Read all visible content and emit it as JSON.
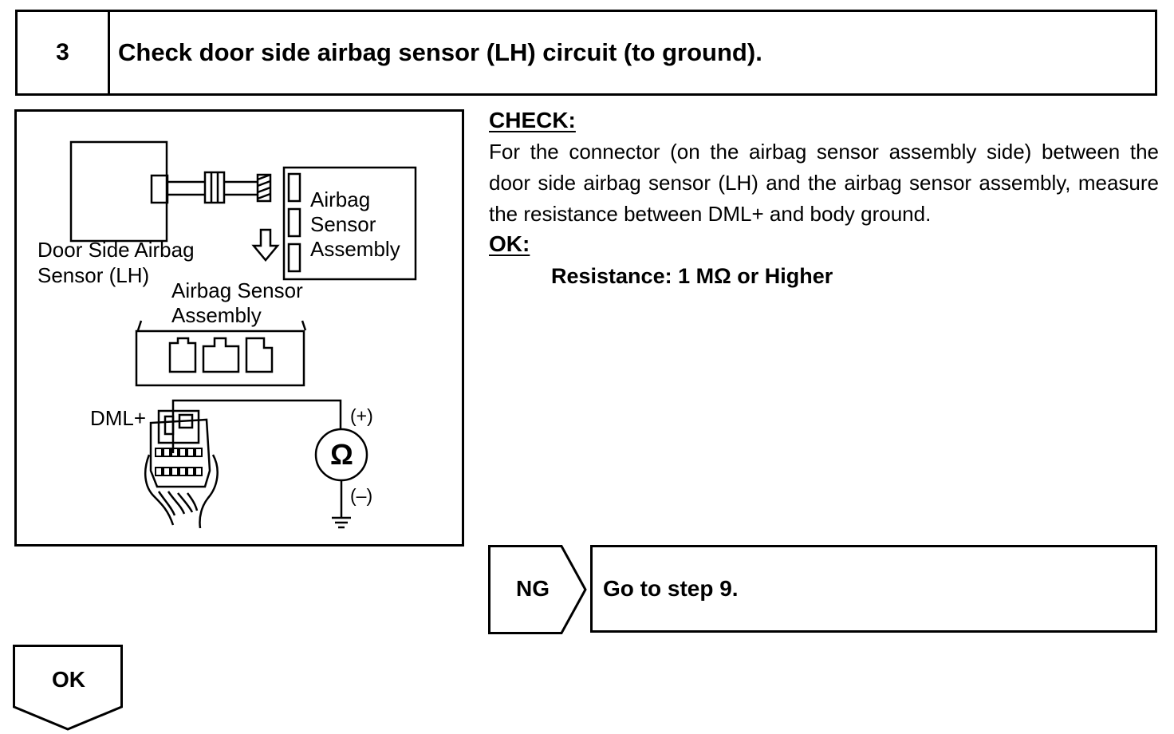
{
  "step": {
    "number": "3",
    "title": "Check door side airbag sensor (LH) circuit (to ground)."
  },
  "diagram": {
    "labels": {
      "door_sensor_line1": "Door Side Airbag",
      "door_sensor_line2": "Sensor (LH)",
      "assembly_right_line1": "Airbag",
      "assembly_right_line2": "Sensor",
      "assembly_right_line3": "Assembly",
      "assembly_center_line1": "Airbag Sensor",
      "assembly_center_line2": "Assembly",
      "terminal": "DML+",
      "plus": "(+)",
      "minus": "(–)",
      "ohm": "Ω"
    }
  },
  "check": {
    "heading": "CHECK:",
    "text": "For the connector (on the airbag sensor assembly side) be­tween the door side airbag sensor (LH) and the airbag sensor assembly, measure the resistance between DML+ and body ground."
  },
  "ok_spec": {
    "heading": "OK:",
    "value": "Resistance: 1 MΩ or Higher"
  },
  "ng_branch": {
    "label": "NG",
    "action": "Go to step 9."
  },
  "ok_branch": {
    "label": "OK"
  }
}
